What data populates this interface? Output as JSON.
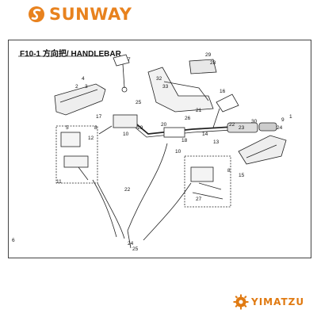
{
  "brand_top": {
    "name": "SUNWAY",
    "color": "#e8821e"
  },
  "diagram": {
    "title": "F10-1 方向把/ HANDLEBAR",
    "part_numbers": [
      "1",
      "2",
      "3",
      "4",
      "5",
      "6",
      "7",
      "8",
      "9",
      "10",
      "11",
      "12",
      "13",
      "14",
      "15",
      "16",
      "17",
      "18",
      "19",
      "20",
      "21",
      "22",
      "23",
      "24",
      "25",
      "26",
      "27",
      "28",
      "29",
      "30",
      "31",
      "32",
      "33"
    ]
  },
  "brand_bottom": {
    "name": "YIMATZU",
    "color": "#e07a12"
  },
  "icons": {
    "logo_top": "gear-s-logo-icon",
    "logo_bottom": "gear-logo-icon"
  }
}
